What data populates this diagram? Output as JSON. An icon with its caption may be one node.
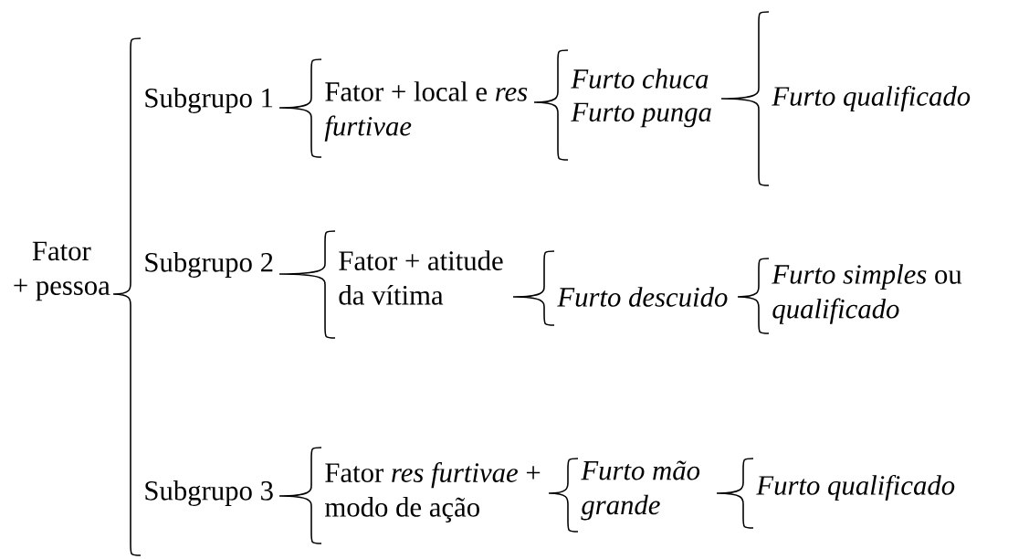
{
  "diagram": {
    "nodes": [
      {
        "text": [
          "Fator + pessoa"
        ]
      },
      {
        "text": [
          "Subgrupo 1"
        ]
      },
      {
        "text": [
          "Subgrupo 2"
        ]
      },
      {
        "text": [
          "Subgrupo 3"
        ]
      },
      {
        "text": [
          "Fator + local e *res furtivae*"
        ]
      },
      {
        "text": [
          "Furto chuca"
        ]
      },
      {
        "text": [
          "Furto punga"
        ]
      },
      {
        "text": [
          "Furto qualificado"
        ]
      },
      {
        "text": [
          "Fator + atitude da vítima"
        ]
      },
      {
        "text": [
          "Furto descuido"
        ]
      },
      {
        "text": [
          "*Furto simples* ou *qualificado*"
        ]
      },
      {
        "text": [
          "Fator *res furtivae* + modo de ação"
        ]
      },
      {
        "text": [
          "Furto mão grande"
        ]
      },
      {
        "text": [
          "Furto qualificado"
        ]
      }
    ],
    "edges": [
      {
        "from": 0,
        "to": 1,
        "arrow": "none"
      },
      {
        "from": 0,
        "to": 2,
        "arrow": "none"
      },
      {
        "from": 0,
        "to": 3,
        "arrow": "none"
      },
      {
        "from": 1,
        "to": 4,
        "arrow": "none"
      },
      {
        "from": 4,
        "to": 5,
        "arrow": "none"
      },
      {
        "from": 4,
        "to": 6,
        "arrow": "none"
      },
      {
        "from": 5,
        "to": 7,
        "arrow": "none"
      },
      {
        "from": 6,
        "to": 7,
        "arrow": "none"
      },
      {
        "from": 2,
        "to": 8,
        "arrow": "none"
      },
      {
        "from": 8,
        "to": 9,
        "arrow": "none"
      },
      {
        "from": 9,
        "to": 10,
        "arrow": "none"
      },
      {
        "from": 3,
        "to": 11,
        "arrow": "none"
      },
      {
        "from": 11,
        "to": 12,
        "arrow": "none"
      },
      {
        "from": 12,
        "to": 13,
        "arrow": "none"
      }
    ]
  }
}
